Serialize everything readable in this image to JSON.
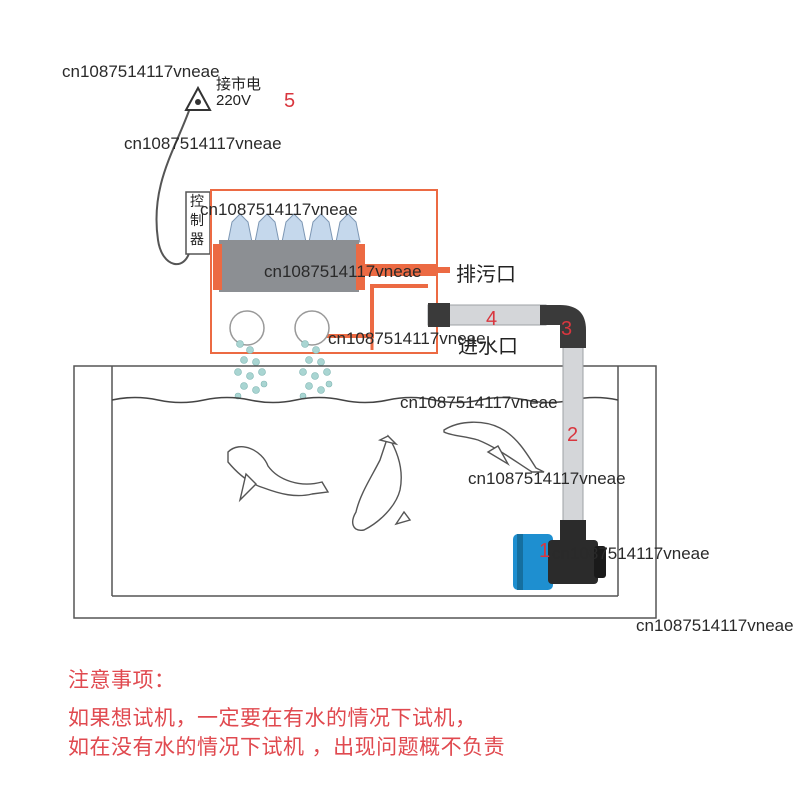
{
  "power": {
    "label": "接市电",
    "voltage": "220V",
    "number": "5"
  },
  "controller": {
    "label": "控制器"
  },
  "outlets": {
    "drain": "排污口",
    "inlet": "进水口"
  },
  "pipe_numbers": {
    "pump": "1",
    "vertical": "2",
    "elbow": "3",
    "horizontal": "4"
  },
  "watermark": "cn1087514117vneae",
  "notes": {
    "title": "注意事项：",
    "line1": "如果想试机，一定要在有水的情况下试机，",
    "line2": "如在没有水的情况下试机 ，出现问题概不负责"
  },
  "colors": {
    "accent": "#ec6a43",
    "note_red": "#e0494f",
    "pump_blue": "#1e8fd0",
    "number_red": "#d9363e"
  }
}
